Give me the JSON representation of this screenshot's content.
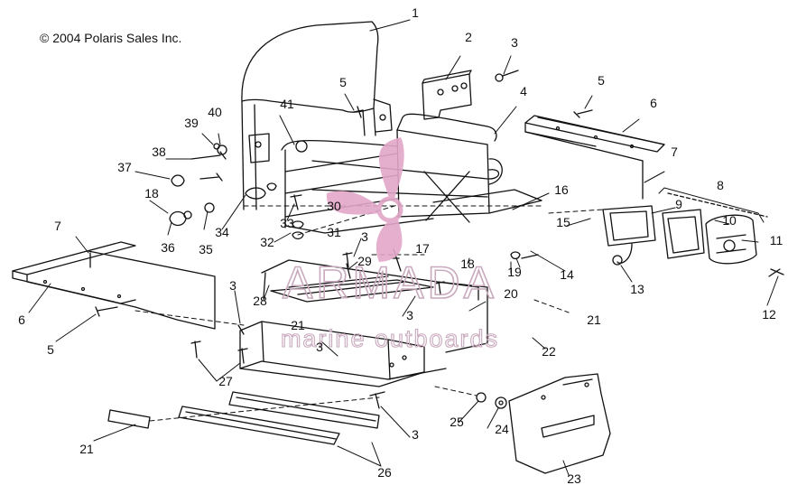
{
  "copyright": "© 2004 Polaris Sales Inc.",
  "watermark": {
    "brand": "ARMADA",
    "tagline": "marine outboards",
    "logo_color": "#e2a6c8",
    "text_color": "#c9a9bd"
  },
  "callouts": [
    {
      "label": "1"
    },
    {
      "label": "2"
    },
    {
      "label": "3"
    },
    {
      "label": "5"
    },
    {
      "label": "4"
    },
    {
      "label": "5"
    },
    {
      "label": "6"
    },
    {
      "label": "7"
    },
    {
      "label": "8"
    },
    {
      "label": "41"
    },
    {
      "label": "40"
    },
    {
      "label": "39"
    },
    {
      "label": "38"
    },
    {
      "label": "37"
    },
    {
      "label": "18"
    },
    {
      "label": "36"
    },
    {
      "label": "35"
    },
    {
      "label": "34"
    },
    {
      "label": "33"
    },
    {
      "label": "32"
    },
    {
      "label": "31"
    },
    {
      "label": "30"
    },
    {
      "label": "16"
    },
    {
      "label": "15"
    },
    {
      "label": "9"
    },
    {
      "label": "10"
    },
    {
      "label": "11"
    },
    {
      "label": "12"
    },
    {
      "label": "13"
    },
    {
      "label": "14"
    },
    {
      "label": "17"
    },
    {
      "label": "18"
    },
    {
      "label": "19"
    },
    {
      "label": "3"
    },
    {
      "label": "29"
    },
    {
      "label": "7"
    },
    {
      "label": "6"
    },
    {
      "label": "5"
    },
    {
      "label": "3"
    },
    {
      "label": "28"
    },
    {
      "label": "21"
    },
    {
      "label": "3"
    },
    {
      "label": "20"
    },
    {
      "label": "21"
    },
    {
      "label": "22"
    },
    {
      "label": "3"
    },
    {
      "label": "27"
    },
    {
      "label": "3"
    },
    {
      "label": "25"
    },
    {
      "label": "24"
    },
    {
      "label": "21"
    },
    {
      "label": "26"
    },
    {
      "label": "23"
    }
  ]
}
